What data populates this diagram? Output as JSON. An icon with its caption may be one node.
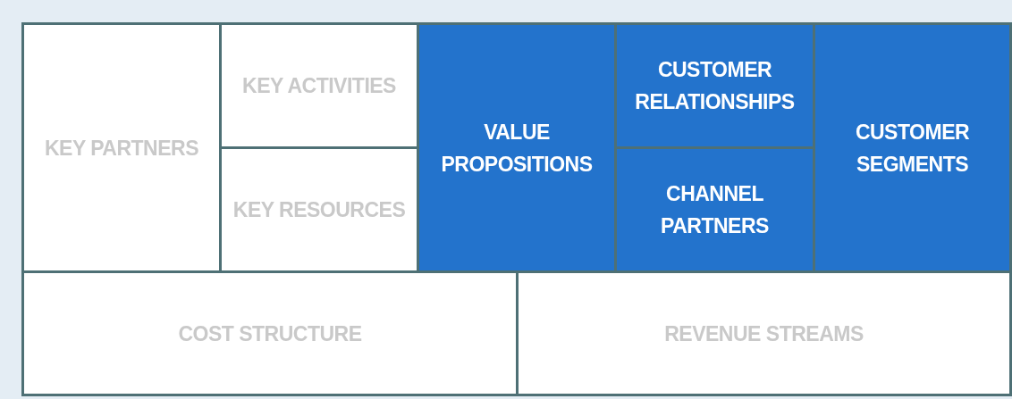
{
  "diagram": {
    "nodes": [
      {
        "text": [
          "KEY PARTNERS"
        ]
      },
      {
        "text": [
          "KEY ACTIVITIES"
        ]
      },
      {
        "text": [
          "KEY RESOURCES"
        ]
      },
      {
        "text": [
          "VALUE PROPOSITIONS"
        ]
      },
      {
        "text": [
          "CUSTOMER RELATIONSHIPS"
        ]
      },
      {
        "text": [
          "CHANNEL PARTNERS"
        ]
      },
      {
        "text": [
          "CUSTOMER SEGMENTS"
        ]
      },
      {
        "text": [
          "COST STRUCTURE"
        ]
      },
      {
        "text": [
          "REVENUE STREAMS"
        ]
      }
    ]
  }
}
